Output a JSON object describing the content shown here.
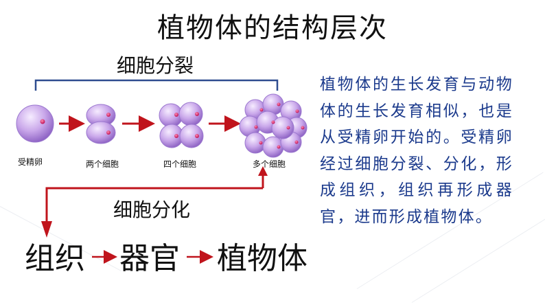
{
  "title": "植物体的结构层次",
  "division_label": "细胞分裂",
  "differentiation_label": "细胞分化",
  "stages": [
    "受精卵",
    "两个细胞",
    "四个细胞",
    "多个细胞"
  ],
  "flow": {
    "tissue": "组织",
    "organ": "器官",
    "plant": "植物体"
  },
  "description": "植物体的生长发育与动物体的生长发育相似，也是从受精卵开始的。受精卵经过细胞分裂、分化，形成组织，组织再形成器官，进而形成植物体。",
  "colors": {
    "bracket": "#2e4c8f",
    "arrow": "#c0141c",
    "text_blue": "#1b3a8c",
    "cell_fill": "#c7a6e8",
    "nucleus": "#d6336c"
  }
}
